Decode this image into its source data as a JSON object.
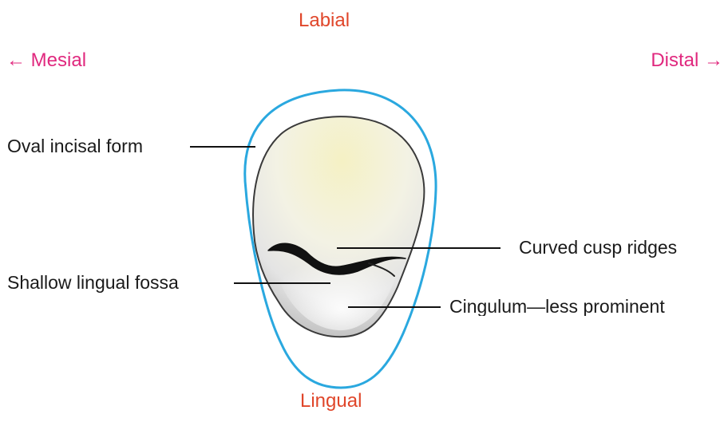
{
  "orientation": {
    "top": "Labial",
    "bottom": "Lingual",
    "left": "← Mesial",
    "right": "Distal →"
  },
  "annotations": {
    "oval_incisal_form": "Oval incisal form",
    "curved_cusp_ridges": "Curved cusp ridges",
    "shallow_lingual_fossa": "Shallow lingual fossa",
    "cingulum": "Cingulum—less prominent"
  },
  "colors": {
    "orientation_main": "#e0462a",
    "orientation_side": "#e0287e",
    "outer_outline": "#2aa8df",
    "tooth_outline": "#3a3a3a",
    "crown_highlight": "#f4f0c2",
    "ridge": "#111111",
    "leader_line": "#111111"
  }
}
